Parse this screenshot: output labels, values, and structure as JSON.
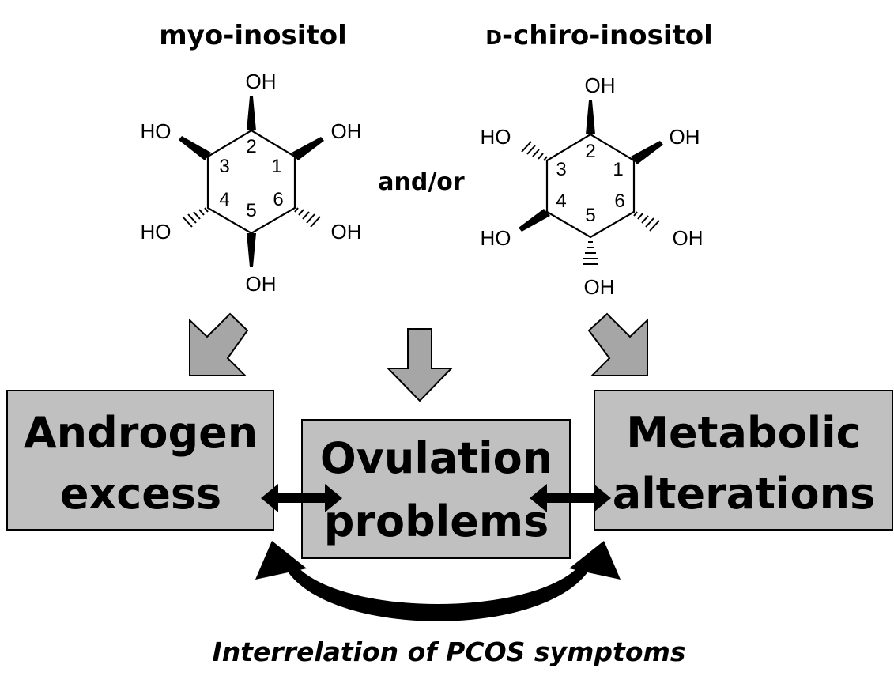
{
  "molecules": {
    "left_title": "myo-inositol",
    "right_title_prefix": "D",
    "right_title_rest": "-chiro-inositol",
    "connector": "and/or",
    "hydroxyl": "OH",
    "hydroxyl_left": "HO",
    "ring_numbers": [
      "1",
      "2",
      "3",
      "4",
      "5",
      "6"
    ]
  },
  "boxes": {
    "androgen_line1": "Androgen",
    "androgen_line2": "excess",
    "ovulation_line1": "Ovulation",
    "ovulation_line2": "problems",
    "metabolic_line1": "Metabolic",
    "metabolic_line2": "alterations"
  },
  "caption": "Interrelation of PCOS symptoms",
  "colors": {
    "box_fill": "#c0c0c0",
    "arrow_fill": "#a6a6a6",
    "stroke": "#000000"
  }
}
